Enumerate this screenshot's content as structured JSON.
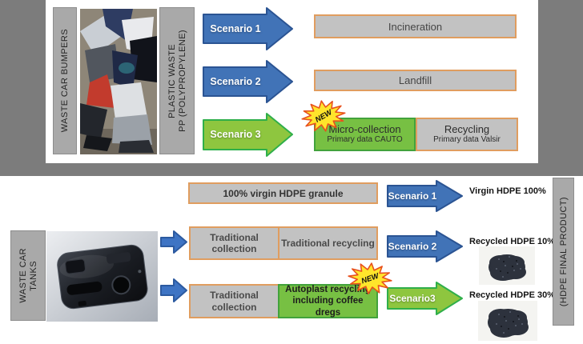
{
  "colors": {
    "background_gray": "#7c7c7c",
    "label_bar_fill": "#a9a9a9",
    "box_fill": "#c2c2c2",
    "box_border_orange": "#e09d5f",
    "green_box_fill": "#77c043",
    "blue_arrow_fill": "#4173b7",
    "blue_arrow_border": "#2b5493",
    "green_arrow_fill": "#8ec63f",
    "green_arrow_border": "#2faf4a",
    "small_arrow_fill": "#3e74c4",
    "new_star_fill": "#ffe52b",
    "new_star_border": "#e8511d"
  },
  "top_panel": {
    "waste_label": "WASTE CAR BUMPERS",
    "material_label": [
      "PLASTIC WASTE",
      "PP (POLYPROPYLENE)"
    ],
    "scenarios": [
      {
        "label": "Scenario 1",
        "result": "Incineration"
      },
      {
        "label": "Scenario 2",
        "result": "Landfill"
      },
      {
        "label": "Scenario 3",
        "new_badge": "NEW",
        "result_left_title": "Micro-collection",
        "result_left_subtitle": "Primary data CAUTO",
        "result_right_title": "Recycling",
        "result_right_subtitle": "Primary data Valsir"
      }
    ]
  },
  "bottom_panel": {
    "waste_label": [
      "WASTE CAR",
      "TANKS"
    ],
    "final_product_label": "(HDPE FINAL PRODUCT)",
    "rows": [
      {
        "input": "100% virgin HDPE granule",
        "scenario": "Scenario 1",
        "output": "Virgin HDPE 100%"
      },
      {
        "input_left": "Traditional collection",
        "input_right": "Traditional recycling",
        "scenario": "Scenario 2",
        "output": "Recycled HDPE 10%"
      },
      {
        "input_left": "Traditional collection",
        "input_right": "Autoplast recycling including coffee dregs",
        "scenario": "Scenario3",
        "output": "Recycled HDPE 30%",
        "new_badge": "NEW"
      }
    ]
  }
}
